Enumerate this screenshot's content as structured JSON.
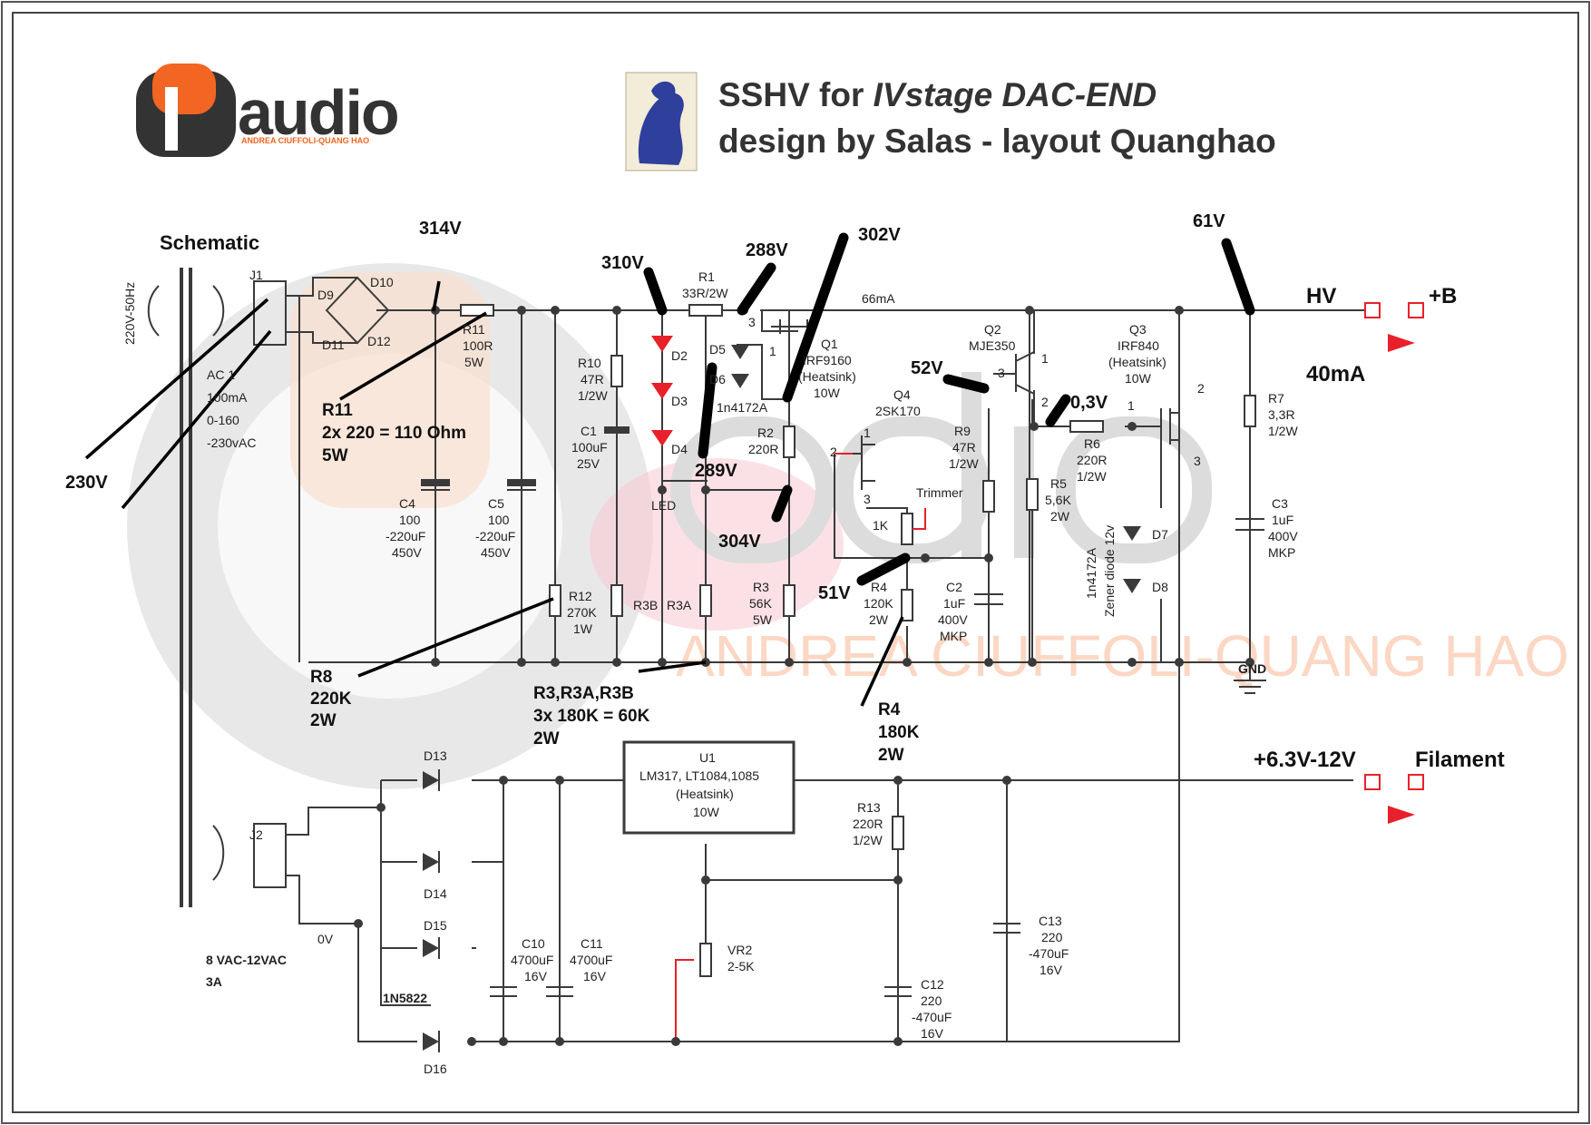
{
  "title": {
    "line1_plain": "SSHV for ",
    "line1_italic": "IVstage DAC-END",
    "line2": "design by Salas - layout Quanghao"
  },
  "logo": {
    "brand": "audio",
    "subtitle": "ANDREA CIUFFOLI-QUANG HAO"
  },
  "watermark": {
    "text": "ANDREA CIUFFOLI-QUANG HAO"
  },
  "schematic_label": "Schematic",
  "rails": {
    "hv": "HV",
    "plus_b": "+B",
    "current_66": "66mA",
    "current_40": "40mA",
    "gnd": "GND",
    "filament_v": "+6.3V-12V",
    "filament": "Filament",
    "zero_v": "0V"
  },
  "transformer": {
    "rating": "220V-50Hz",
    "j1": "J1",
    "j2": "J2",
    "ac1": "AC 1",
    "ac1_current": "100mA",
    "ac1_range": "0-160",
    "ac1_voltage": "-230vAC",
    "secondary_line1": "8 VAC-12VAC",
    "secondary_line2": "3A"
  },
  "voltages": {
    "v230": "230V",
    "v314": "314V",
    "v310": "310V",
    "v288": "288V",
    "v302": "302V",
    "v289": "289V",
    "v304": "304V",
    "v52": "52V",
    "v03": "0,3V",
    "v51": "51V",
    "v61": "61V"
  },
  "notes": {
    "r11": [
      "R11",
      "2x 220 = 110 Ohm",
      "5W"
    ],
    "r8": [
      "R8",
      "220K",
      "2W"
    ],
    "r3": [
      "R3,R3A,R3B",
      "3x 180K = 60K",
      "2W"
    ],
    "r4": [
      "R4",
      "180K",
      "2W"
    ]
  },
  "components": {
    "d9": "D9",
    "d10": "D10",
    "d11": "D11",
    "d12": "D12",
    "r11": [
      "R11",
      "100R",
      "5W"
    ],
    "c4": [
      "C4",
      "100",
      "-220uF",
      "450V"
    ],
    "c5": [
      "C5",
      "100",
      "-220uF",
      "450V"
    ],
    "r12": [
      "R12",
      "270K",
      "1W"
    ],
    "r10": [
      "R10",
      "47R",
      "1/2W"
    ],
    "c1": [
      "C1",
      "100uF",
      "25V"
    ],
    "r1": [
      "R1",
      "33R/2W"
    ],
    "d2": "D2",
    "d3": "D3",
    "d4": "D4",
    "led": "LED",
    "d5": "D5",
    "d6": "D6",
    "d56_type": "1n4172A",
    "q1": [
      "Q1",
      "IRF9160",
      "(Heatsink)",
      "10W"
    ],
    "q1_pins": [
      "3",
      "1"
    ],
    "r2": [
      "R2",
      "220R"
    ],
    "r3b": "R3B",
    "r3a": "R3A",
    "r3": [
      "R3",
      "56K",
      "5W"
    ],
    "q4": [
      "Q4",
      "2SK170"
    ],
    "q4_pins": [
      "2",
      "1",
      "3"
    ],
    "trimmer": "Trimmer",
    "trimmer_value": "1K",
    "r4": [
      "R4",
      "120K",
      "2W"
    ],
    "q2": [
      "Q2",
      "MJE350"
    ],
    "q2_pins": [
      "3",
      "1",
      "2"
    ],
    "r9": [
      "R9",
      "47R",
      "1/2W"
    ],
    "c2": [
      "C2",
      "1uF",
      "400V",
      "MKP"
    ],
    "r5": [
      "R5",
      "5,6K",
      "2W"
    ],
    "r6": [
      "R6",
      "220R",
      "1/2W"
    ],
    "q3": [
      "Q3",
      "IRF840",
      "(Heatsink)",
      "10W"
    ],
    "q3_pins": [
      "1",
      "2",
      "3"
    ],
    "zener_type": "1n4172A",
    "zener_note": "Zener diode 12v",
    "d7": "D7",
    "d8": "D8",
    "r7": [
      "R7",
      "3,3R",
      "1/2W"
    ],
    "c3": [
      "C3",
      "1uF",
      "400V",
      "MKP"
    ],
    "d13": "D13",
    "d14": "D14",
    "d15": "D15",
    "d16": "D16",
    "diode_type": "1N5822",
    "c10": [
      "C10",
      "4700uF",
      "16V"
    ],
    "c11": [
      "C11",
      "4700uF",
      "16V"
    ],
    "u1": [
      "U1",
      "LM317, LT1084,1085",
      "(Heatsink)",
      "10W"
    ],
    "vr2": [
      "VR2",
      "2-5K"
    ],
    "r13": [
      "R13",
      "220R",
      "1/2W"
    ],
    "c12": [
      "C12",
      "220",
      "-470uF",
      "16V"
    ],
    "c13": [
      "C13",
      "220",
      "-470uF",
      "16V"
    ]
  },
  "colors": {
    "wire": "#3a3a3a",
    "led_red": "#e8202a",
    "logo_orange": "#f26522",
    "logo_dark": "#333333",
    "watermark_gray": "#d6d6d6",
    "watermark_orange": "#fbe0cf",
    "watermark_pink": "#f7c9cf",
    "matisse_blue": "#2f3f9c"
  }
}
